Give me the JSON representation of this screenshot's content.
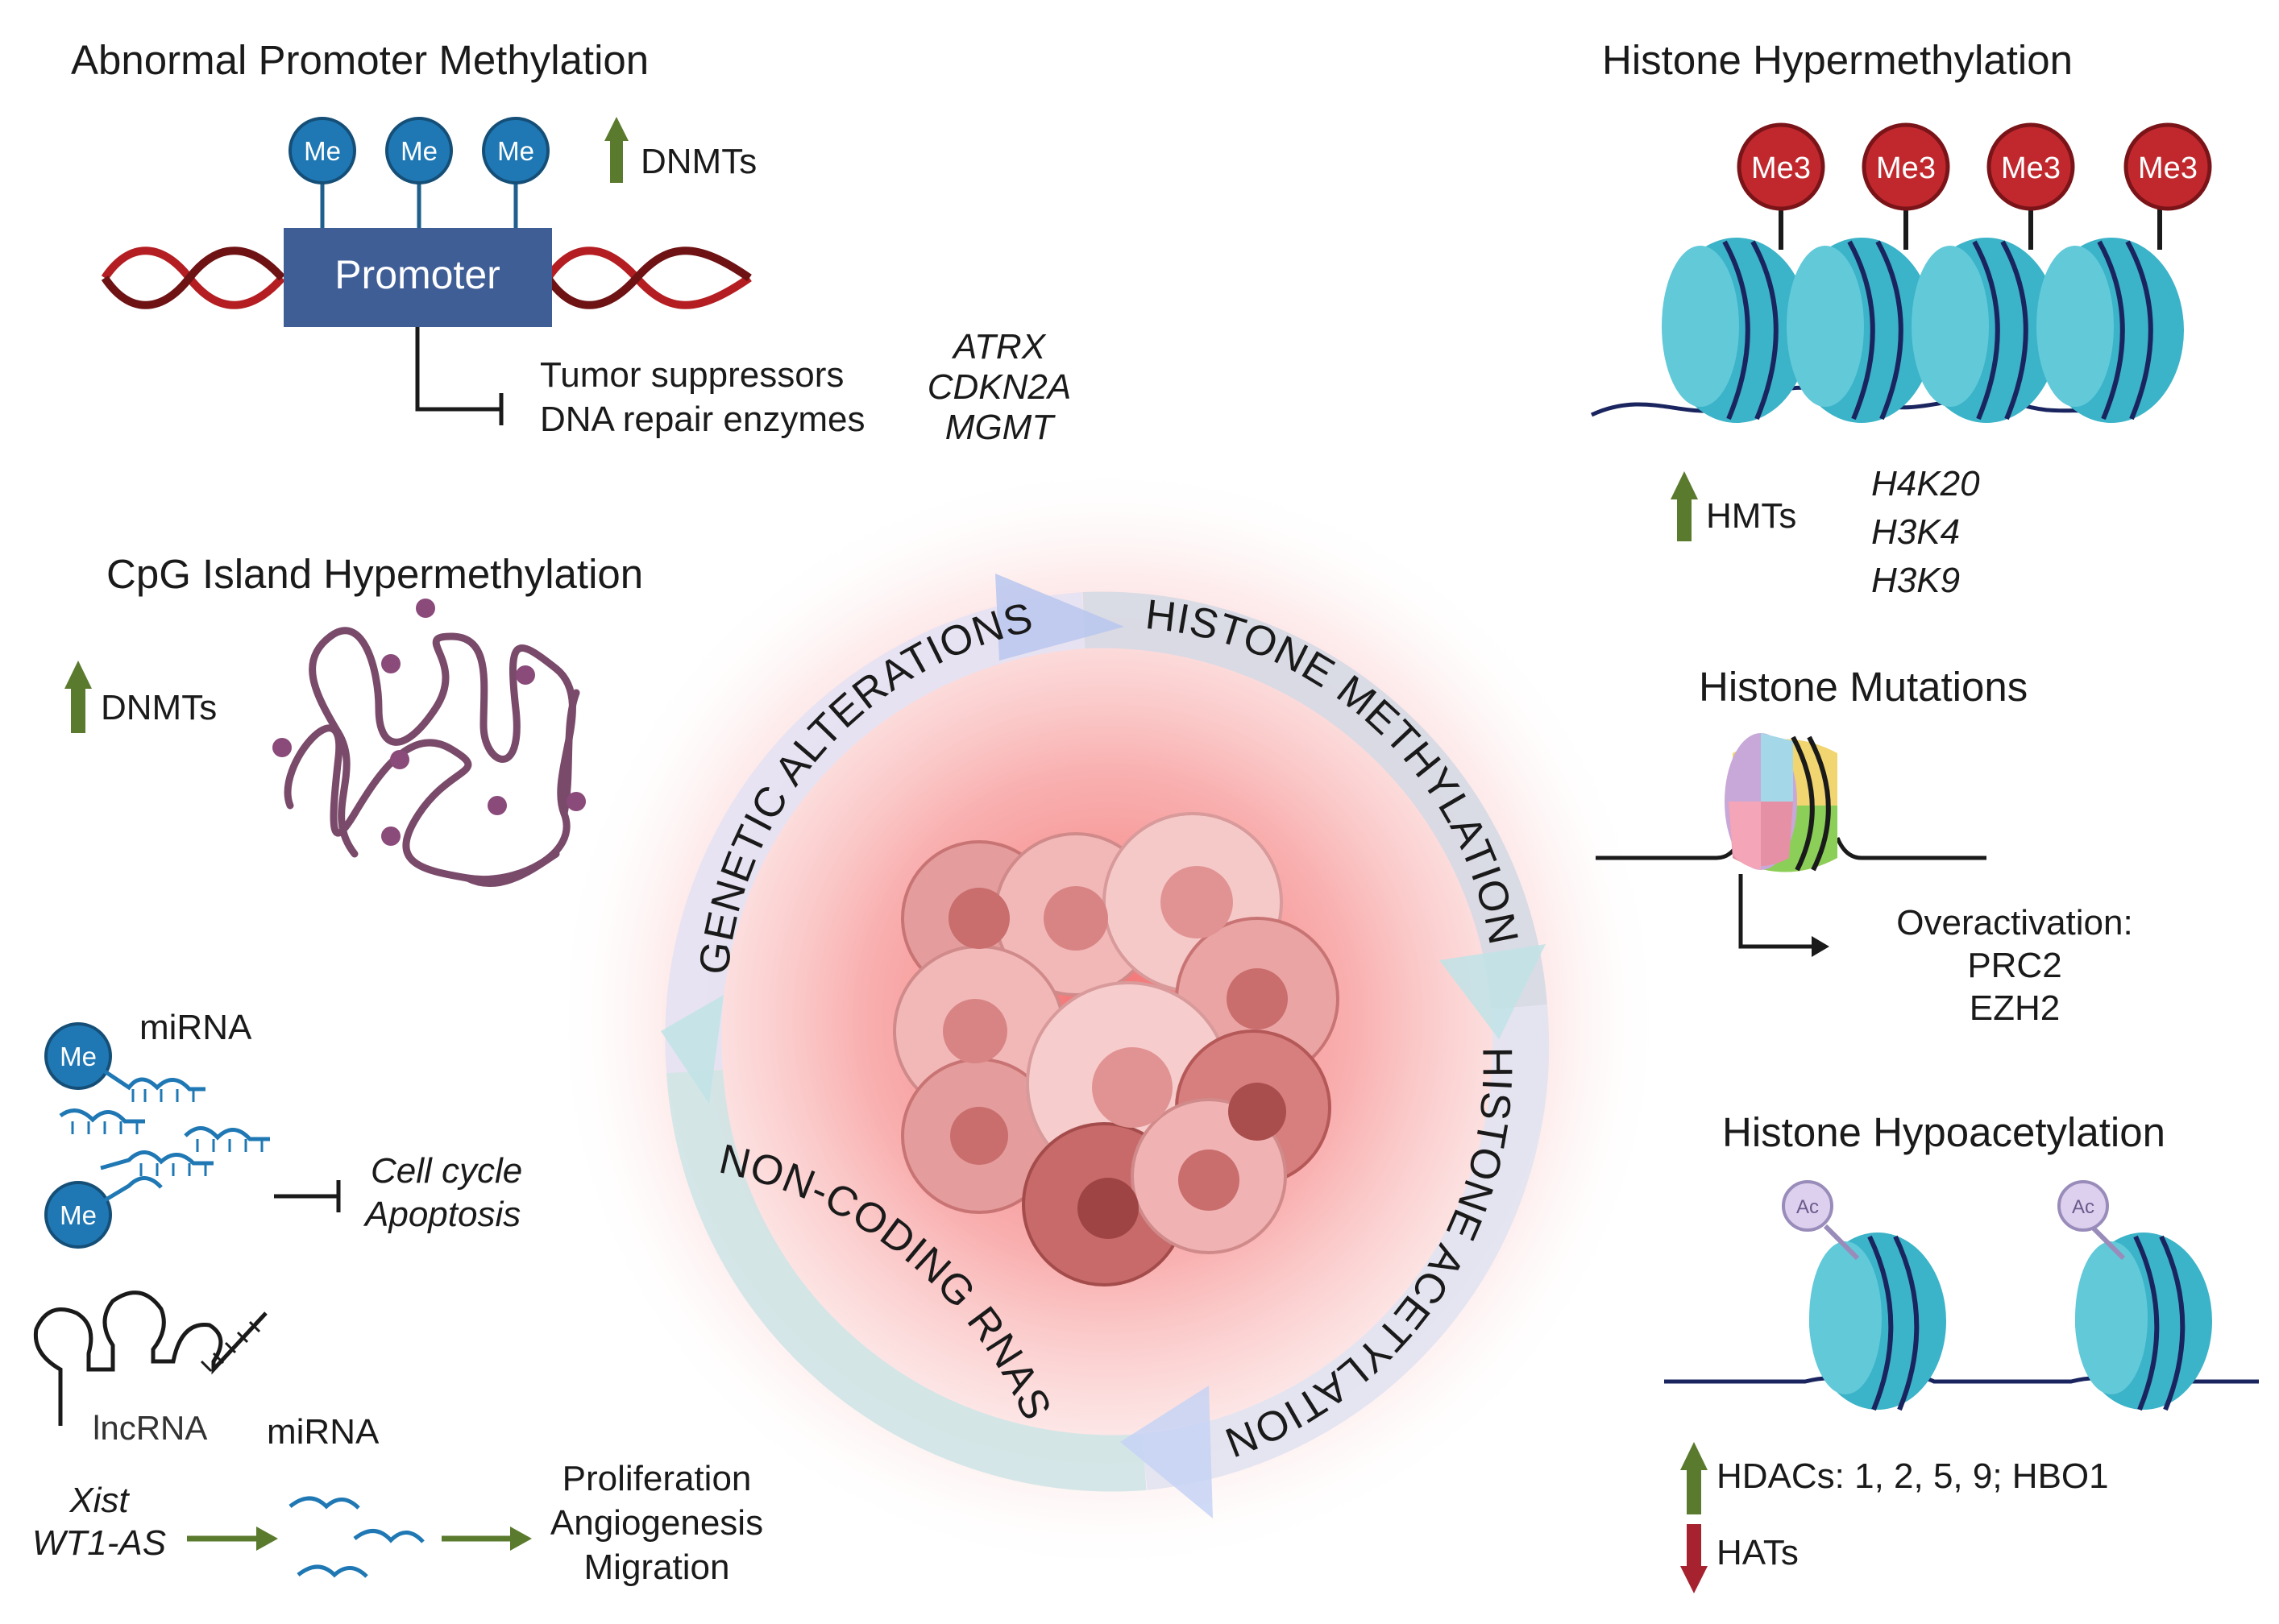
{
  "panels": {
    "promoter": {
      "title": "Abnormal Promoter Methylation",
      "me_label": "Me",
      "dnmts": "DNMTs",
      "promoter_label": "Promoter",
      "targets": [
        "Tumor suppressors",
        "DNA repair enzymes"
      ],
      "genes": [
        "ATRX",
        "CDKN2A",
        "MGMT"
      ]
    },
    "cpg": {
      "title": "CpG Island Hypermethylation",
      "dnmts": "DNMTs"
    },
    "histone_hyper": {
      "title": "Histone Hypermethylation",
      "me3_label": "Me3",
      "hmts": "HMTs",
      "marks": [
        "H4K20",
        "H3K4",
        "H3K9"
      ]
    },
    "histone_mut": {
      "title": "Histone Mutations",
      "overactivation": "Overactivation:",
      "targets": [
        "PRC2",
        "EZH2"
      ]
    },
    "histone_hypo": {
      "title": "Histone Hypoacetylation",
      "ac_label": "Ac",
      "hdacs": "HDACs: 1, 2, 5, 9; HBO1",
      "hats": "HATs"
    },
    "ncrna": {
      "mirna_top": "miRNA",
      "me_label": "Me",
      "effects": [
        "Cell cycle",
        "Apoptosis"
      ],
      "lncrna": "lncRNA",
      "mirna_bottom": "miRNA",
      "lnc_genes": [
        "Xist",
        "WT1-AS"
      ],
      "outcomes": [
        "Proliferation",
        "Angiogenesis",
        "Migration"
      ]
    }
  },
  "cycle": {
    "genetic": "GENETIC ALTERATIONS",
    "methylation": "HISTONE METHYLATION",
    "acetylation": "HISTONE ACETYLATION",
    "noncoding": "NON-CODING RNAS"
  },
  "colors": {
    "up_arrow": "#5a7a2e",
    "down_arrow": "#a5222e",
    "me_circle": "#1f78b4",
    "me3_circle": "#c0282e",
    "nucleosome": "#3bb3c8",
    "promoter_box": "#3f5e96",
    "cpg_strand": "#7a4a6a",
    "dna_red": "#b41e22"
  }
}
